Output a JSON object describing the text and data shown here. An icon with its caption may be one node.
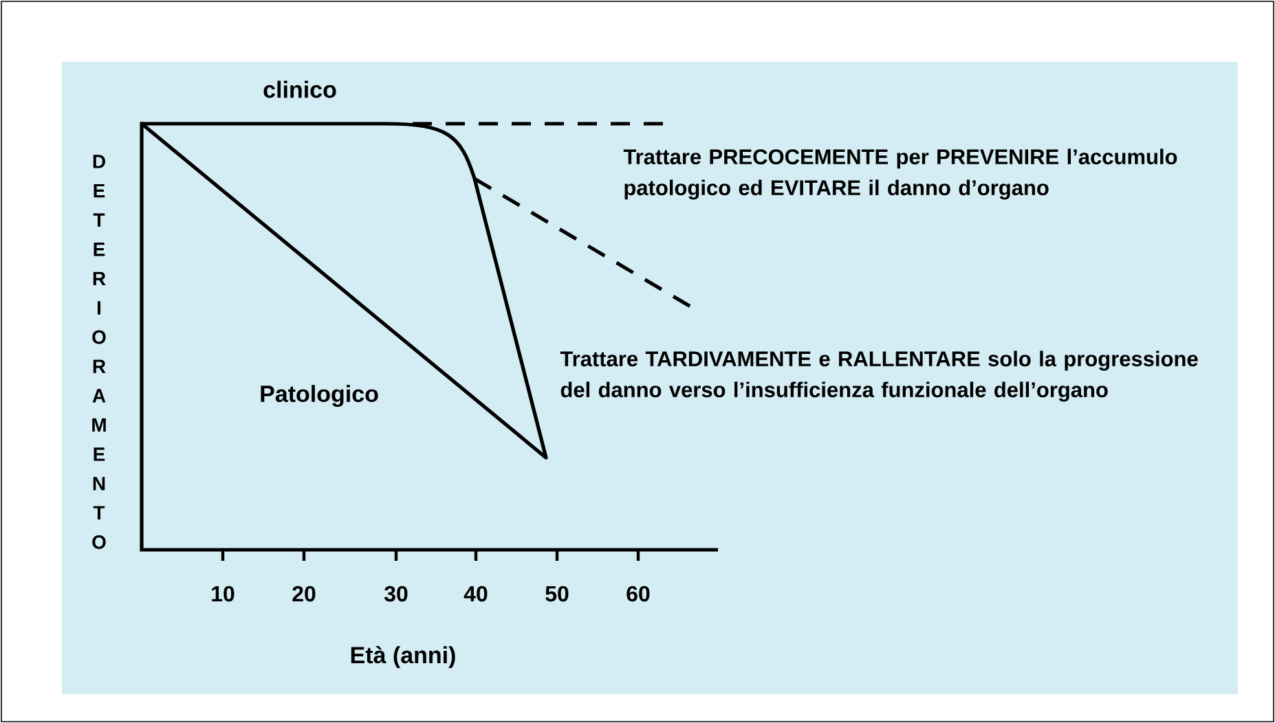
{
  "diagram": {
    "labels": [
      "clinico",
      "DETERIORAMENTO",
      "Patologico",
      "Trattare PRECOCEMENTE per PREVENIRE l’accumulo patologico ed EVITARE il danno d’organo",
      "Trattare TARDIVAMENTE e RALLENTARE solo la progressione del danno verso l’insufficienza funzionale dell’organo",
      "10",
      "20",
      "30",
      "40",
      "50",
      "60",
      "Età (anni)"
    ]
  }
}
